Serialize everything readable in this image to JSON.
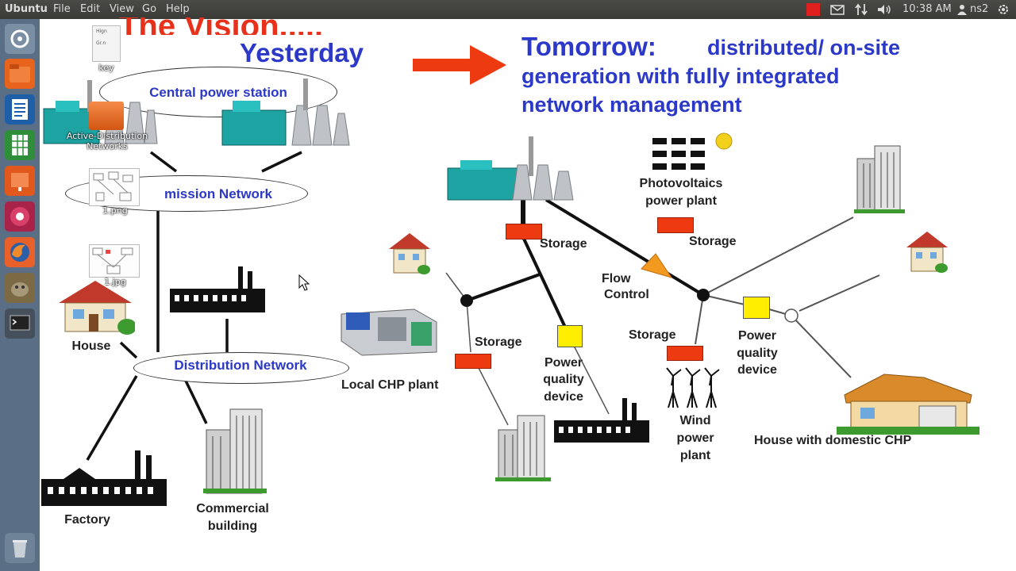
{
  "topbar": {
    "app_name": "Ubuntu",
    "menus": [
      "File",
      "Edit",
      "View",
      "Go",
      "Help"
    ],
    "clock": "10:38 AM",
    "user": "ns2"
  },
  "launcher": {
    "items": [
      "dash-icon",
      "files-icon",
      "writer-icon",
      "calc-icon",
      "impress-icon",
      "app-icon",
      "firefox-icon",
      "gimp-icon",
      "terminal-icon",
      "trash-icon"
    ]
  },
  "desktop_icons": {
    "key": "key",
    "key_preview_line1": "Hign",
    "key_preview_line2": "Gr.n",
    "folder_line1": "Active-Distribution",
    "folder_line2": "Networks",
    "png": "1.png",
    "jpg": "1.jpg"
  },
  "slide": {
    "title_partial": "The Vision.....",
    "yesterday": "Yesterday",
    "tomorrow_head": "Tomorrow:",
    "tomorrow_line1": "distributed/ on-site",
    "tomorrow_line2": "generation with fully integrated",
    "tomorrow_line3": "network management",
    "left": {
      "central": "Central power station",
      "transmission": "mission Network",
      "distribution": "Distribution Network",
      "house": "House",
      "factory": "Factory",
      "commercial_line1": "Commercial",
      "commercial_line2": "building"
    },
    "right": {
      "pv_line1": "Photovoltaics",
      "pv_line2": "power plant",
      "storage1": "Storage",
      "storage2": "Storage",
      "storage3": "Storage",
      "storage4": "Storage",
      "flow_line1": "Flow",
      "flow_line2": "Control",
      "local_chp": "Local CHP plant",
      "pq1_line1": "Power",
      "pq1_line2": "quality",
      "pq1_line3": "device",
      "pq2_line1": "Power",
      "pq2_line2": "quality",
      "pq2_line3": "device",
      "wind_line1": "Wind",
      "wind_line2": "power",
      "wind_line3": "plant",
      "house_chp": "House with domestic CHP"
    }
  },
  "colors": {
    "accent_blue": "#2b38c8",
    "storage_red": "#ee3a10",
    "pq_yellow": "#ffee00",
    "title_red": "#e8311a",
    "flow_orange": "#f29a1f",
    "launcher_bg": "#5a6f86"
  }
}
